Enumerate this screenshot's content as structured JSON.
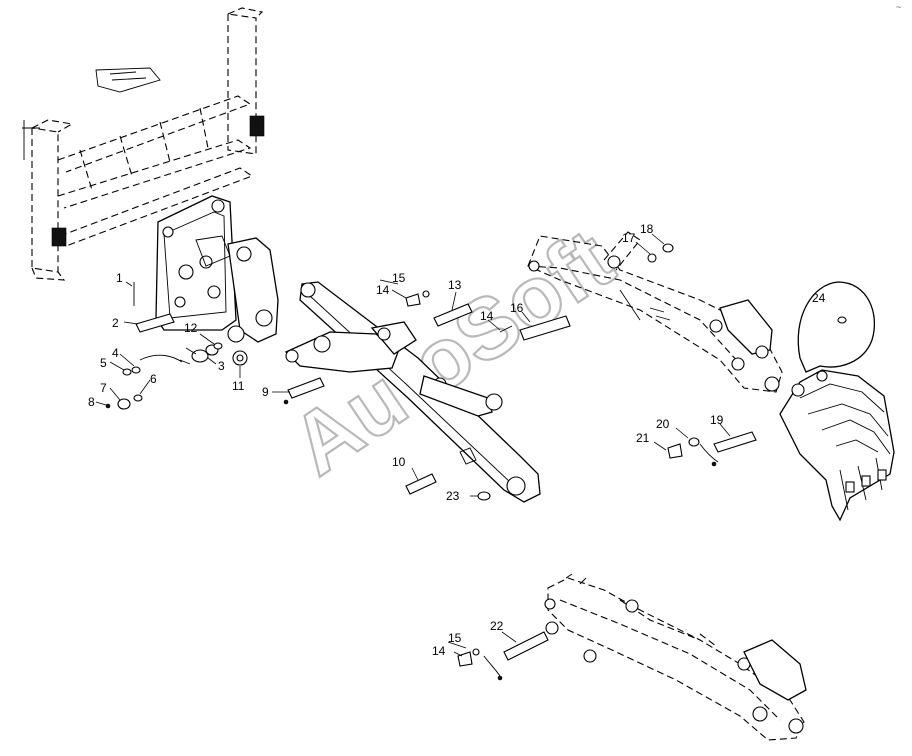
{
  "watermark": "AutoSoft",
  "corner_mark": "~",
  "callouts": [
    {
      "id": "c1",
      "label": "1"
    },
    {
      "id": "c2",
      "label": "2"
    },
    {
      "id": "c3",
      "label": "3"
    },
    {
      "id": "c4",
      "label": "4"
    },
    {
      "id": "c5",
      "label": "5"
    },
    {
      "id": "c6",
      "label": "6"
    },
    {
      "id": "c7",
      "label": "7"
    },
    {
      "id": "c8",
      "label": "8"
    },
    {
      "id": "c9",
      "label": "9"
    },
    {
      "id": "c10",
      "label": "10"
    },
    {
      "id": "c11",
      "label": "11"
    },
    {
      "id": "c12",
      "label": "12"
    },
    {
      "id": "c13",
      "label": "13"
    },
    {
      "id": "c14a",
      "label": "14"
    },
    {
      "id": "c14b",
      "label": "14"
    },
    {
      "id": "c14c",
      "label": "14"
    },
    {
      "id": "c15a",
      "label": "15"
    },
    {
      "id": "c15b",
      "label": "15"
    },
    {
      "id": "c16",
      "label": "16"
    },
    {
      "id": "c17",
      "label": "17"
    },
    {
      "id": "c18",
      "label": "18"
    },
    {
      "id": "c19",
      "label": "19"
    },
    {
      "id": "c20",
      "label": "20"
    },
    {
      "id": "c21",
      "label": "21"
    },
    {
      "id": "c22",
      "label": "22"
    },
    {
      "id": "c23",
      "label": "23"
    },
    {
      "id": "c24",
      "label": "24"
    }
  ]
}
